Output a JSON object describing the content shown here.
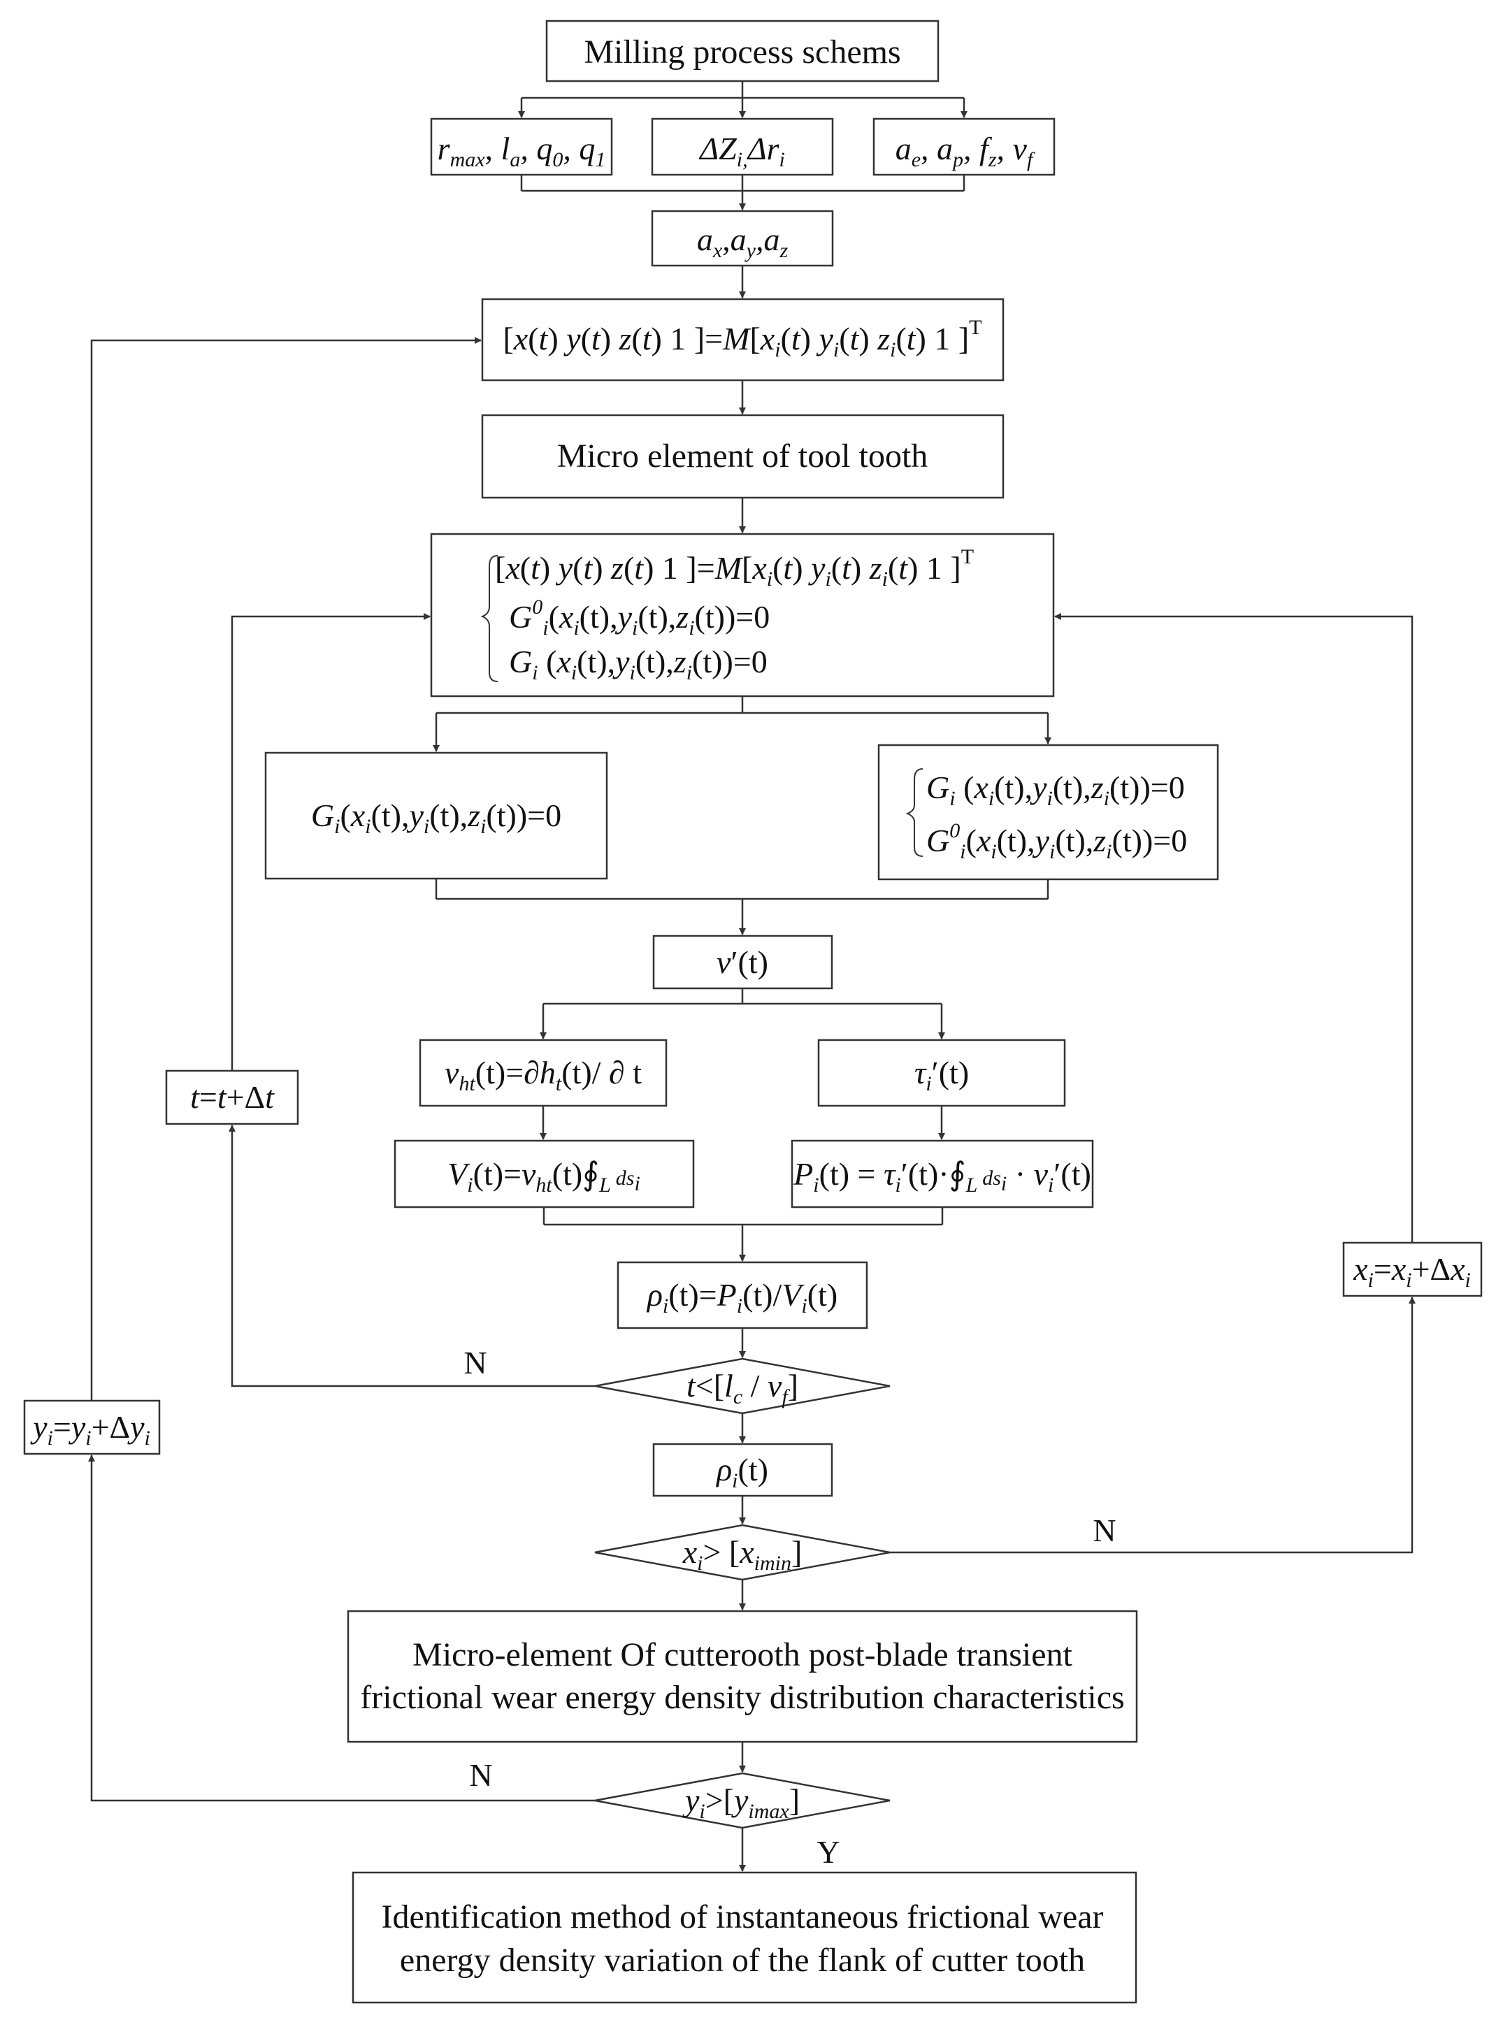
{
  "nodes": {
    "milling_schemes": "Milling process schems",
    "micro_element": "Micro element of tool tooth",
    "micro_char_line1": "Micro-element Of cutterooth post-blade transient",
    "micro_char_line2": "frictional wear energy density distribution characteristics",
    "identification_line1": "Identification method of instantaneous frictional wear",
    "identification_line2": "energy density variation of the flank of cutter tooth"
  },
  "formulas": {
    "params_left": "r_max, l_a, q_0, q_1",
    "params_mid": "ΔZ_i, Δr_i",
    "params_right": "a_e, a_p, f_z, v_f",
    "accel": "a_x, a_y, a_z",
    "transform": "[x(t) y(t) z(t) 1 ]=M[x_i(t) y_i(t) z_i(t) 1 ]^T",
    "system_eq1": "[x(t) y(t) z(t) 1 ]=M[x_i(t) y_i(t) z_i(t) 1 ]^T",
    "system_eq2": "G^0_i(x_i(t),y_i(t),z_i(t))=0",
    "system_eq3": "G_i (x_i(t),y_i(t),z_i(t))=0",
    "left_eq": "G_i(x_i(t),y_i(t),z_i(t))=0",
    "right_eq1": "G_i (x_i(t),y_i(t),z_i(t))=0",
    "right_eq2": "G^0_i(x_i(t),y_i(t),z_i(t))=0",
    "velocity": "v′(t)",
    "vht": "v_ht(t)=∂h_t(t)/∂t",
    "tau": "τ_i′(t)",
    "volume": "V_i(t)=v_ht(t)∮_L ds_i",
    "power": "P_i(t)=τ_i′(t)·∮_L ds_i·v_i′(t)",
    "density": "ρ_i(t)=P_i(t)/V_i(t)",
    "cond_t": "t<[l_c / v_f]",
    "density_out": "ρ_i(t)",
    "cond_x": "x_i>[x_imin]",
    "cond_y": "y_i>[y_imax]",
    "update_t": "t=t+Δt",
    "update_x": "x_i=x_i+Δx_i",
    "update_y": "y_i=y_i+Δy_i"
  },
  "labels": {
    "no_t": "N",
    "no_x": "N",
    "no_y": "N",
    "yes_y": "Y"
  }
}
